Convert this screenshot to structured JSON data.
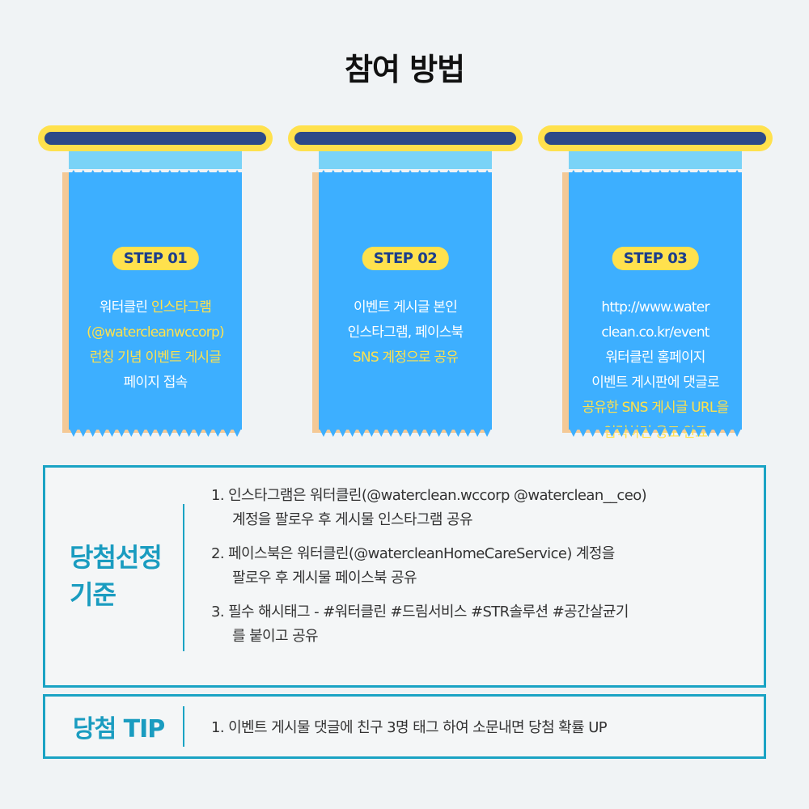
{
  "title": "참여 방법",
  "steps": [
    {
      "badge": "STEP 01",
      "lines": [
        [
          {
            "t": "워터클린 ",
            "hl": false
          },
          {
            "t": "인스타그램",
            "hl": true
          }
        ],
        [
          {
            "t": "(@watercleanwccorp)",
            "hl": true
          }
        ],
        [
          {
            "t": "런칭 기념 이벤트 게시글",
            "hl": true
          }
        ],
        [
          {
            "t": "페이지 접속",
            "hl": false
          }
        ]
      ]
    },
    {
      "badge": "STEP 02",
      "lines": [
        [
          {
            "t": "이벤트 게시글 본인",
            "hl": false
          }
        ],
        [
          {
            "t": "인스타그램, 페이스북",
            "hl": false
          }
        ],
        [
          {
            "t": "SNS 계정으로 공유",
            "hl": true
          }
        ]
      ]
    },
    {
      "badge": "STEP 03",
      "lines": [
        [
          {
            "t": "http://www.water",
            "hl": false
          }
        ],
        [
          {
            "t": "clean.co.kr/event",
            "hl": false
          }
        ],
        [
          {
            "t": "워터클린 홈페이지",
            "hl": false
          }
        ],
        [
          {
            "t": "이벤트 게시판에 댓글로",
            "hl": false
          }
        ],
        [
          {
            "t": "공유한 SNS 게시글 URL을",
            "hl": true
          }
        ],
        [
          {
            "t": "입력하면 응모 완료",
            "hl": true
          }
        ]
      ]
    }
  ],
  "criteria": {
    "label_line1": "당첨선정",
    "label_line2": "기준",
    "items": [
      {
        "line1": "1. 인스타그램은 워터클린(@waterclean.wccorp @waterclean__ceo)",
        "line2": "계정을 팔로우 후 게시물 인스타그램 공유"
      },
      {
        "line1": "2. 페이스북은 워터클린(@watercleanHomeCareService) 계정을",
        "line2": "팔로우 후 게시물 페이스북 공유"
      },
      {
        "line1": "3. 필수 해시태그 - #워터클린 #드림서비스 #STR솔루션 #공간살균기",
        "line2": "를 붙이고 공유"
      }
    ]
  },
  "tip": {
    "label": "당첨 TIP",
    "text": "1. 이벤트 게시물 댓글에 친구 3명 태그 하여 소문내면 당첨 확률 UP"
  },
  "colors": {
    "background": "#f0f3f5",
    "banner": "#3dafff",
    "highlight": "#ffe14d",
    "rod": "#2d4a88",
    "accent": "#1aa3c4"
  }
}
